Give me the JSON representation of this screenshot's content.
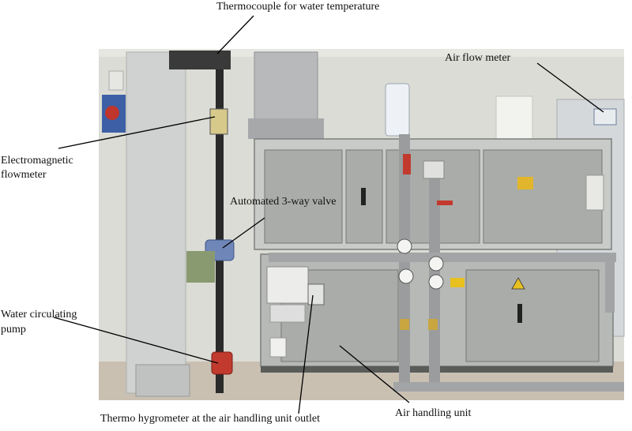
{
  "labels": {
    "thermocouple": "Thermocouple for water temperature",
    "air_flow_meter": "Air flow meter",
    "electromagnetic_line1": "Electromagnetic",
    "electromagnetic_line2": "flowmeter",
    "valve": "Automated 3-way valve",
    "pump_line1": "Water circulating",
    "pump_line2": "pump",
    "thermo_hygrometer": "Thermo hygrometer at the air handling unit outlet",
    "air_handling_unit": "Air handling unit"
  },
  "colors": {
    "wall": "#dcdcd6",
    "unit_panel": "#a9aca9",
    "frame": "#c8cbc8",
    "pipe_black": "#2a2a2a",
    "pipe_grey": "#9a9c9e",
    "floor": "#c9c0b2",
    "valve_blue": "#6f86b8",
    "valve_red": "#c23a2e",
    "warning_yellow": "#e8c020"
  }
}
